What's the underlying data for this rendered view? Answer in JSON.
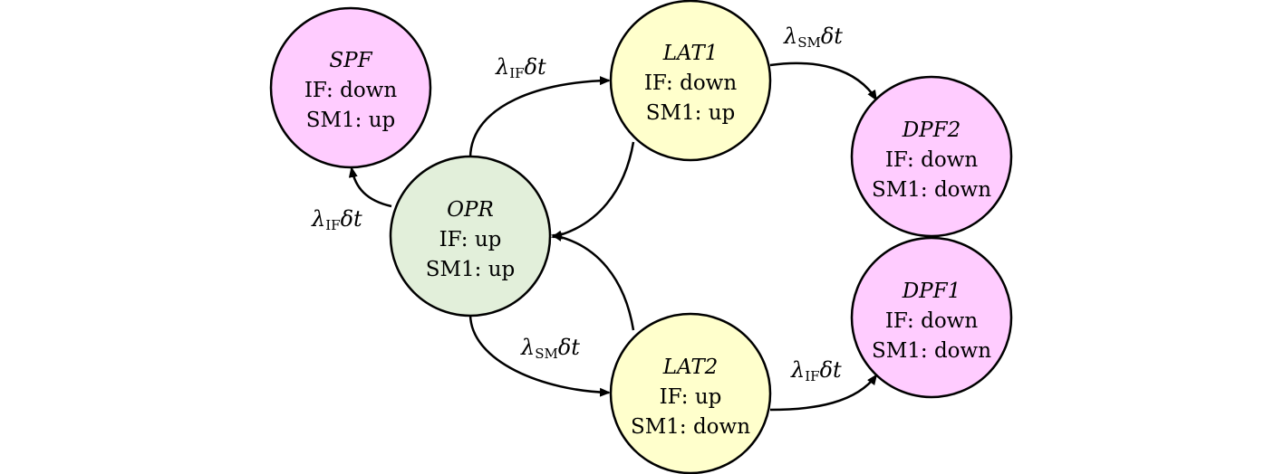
{
  "colors": {
    "operational": "#e2efda",
    "latent": "#ffffcc",
    "failed": "#ffccff",
    "outline": "#000000"
  },
  "states": {
    "spf": {
      "name": "SPF",
      "if_line": "IF: down",
      "sm_line": "SM1: up"
    },
    "opr": {
      "name": "OPR",
      "if_line": "IF: up",
      "sm_line": "SM1: up"
    },
    "lat1": {
      "name": "LAT1",
      "if_line": "IF: down",
      "sm_line": "SM1: up"
    },
    "lat2": {
      "name": "LAT2",
      "if_line": "IF: up",
      "sm_line": "SM1: down"
    },
    "dpf2": {
      "name": "DPF2",
      "if_line": "IF: down",
      "sm_line": "SM1: down"
    },
    "dpf1": {
      "name": "DPF1",
      "if_line": "IF: down",
      "sm_line": "SM1: down"
    }
  },
  "transitions": {
    "opr_to_spf": {
      "symbol": "λ",
      "subscript": "IF",
      "suffix": "δt"
    },
    "opr_to_lat1": {
      "symbol": "λ",
      "subscript": "IF",
      "suffix": "δt"
    },
    "lat1_to_dpf2": {
      "symbol": "λ",
      "subscript": "SM",
      "suffix": "δt"
    },
    "opr_to_lat2": {
      "symbol": "λ",
      "subscript": "SM",
      "suffix": "δt"
    },
    "lat2_to_dpf1": {
      "symbol": "λ",
      "subscript": "IF",
      "suffix": "δt"
    }
  }
}
